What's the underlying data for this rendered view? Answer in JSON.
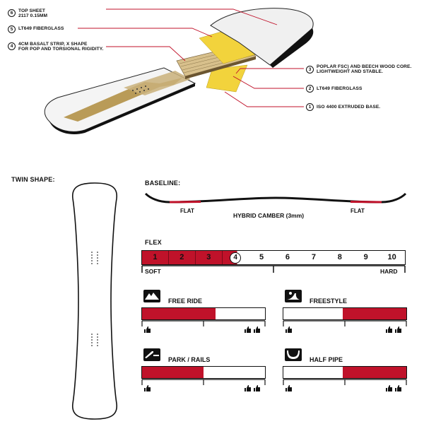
{
  "colors": {
    "accent": "#c0122a",
    "ink": "#111111",
    "gold": "#b99b58",
    "wood": "#c9b07a",
    "fiber": "#f2d33c"
  },
  "layers": [
    {
      "num": "6",
      "text": "TOP SHEET\n2117 0.15MM"
    },
    {
      "num": "5",
      "text": "LT649 FIBERGLASS"
    },
    {
      "num": "4",
      "text": "4CM BASALT STRIP, X SHAPE\nFOR POP AND TORSIONAL RIGIDITY."
    },
    {
      "num": "3",
      "text": "POPLAR FSC) AND BEECH WOOD CORE.\nLIGHTWEIGHT AND STABLE."
    },
    {
      "num": "2",
      "text": "LT649 FIBERGLASS"
    },
    {
      "num": "1",
      "text": "ISO 4400 EXTRUDED BASE."
    }
  ],
  "shape": {
    "label": "TWIN SHAPE:"
  },
  "baseline": {
    "label": "BASELINE:",
    "flat_left": "FLAT",
    "flat_right": "FLAT",
    "camber": "HYBRID CAMBER (3mm)"
  },
  "flex": {
    "label": "FLEX",
    "value": 4,
    "max": 10,
    "scale": [
      "1",
      "2",
      "3",
      "4",
      "5",
      "6",
      "7",
      "8",
      "9",
      "10"
    ],
    "soft": "SOFT",
    "hard": "HARD"
  },
  "terrain": [
    {
      "name": "FREE RIDE",
      "icon": "mountain-icon",
      "fill_start": 0,
      "fill_end": 0.6
    },
    {
      "name": "FREESTYLE",
      "icon": "jump-icon",
      "fill_start": 0.48,
      "fill_end": 1.0
    },
    {
      "name": "PARK / RAILS",
      "icon": "rail-icon",
      "fill_start": 0,
      "fill_end": 0.5
    },
    {
      "name": "HALF PIPE",
      "icon": "halfpipe-icon",
      "fill_start": 0.48,
      "fill_end": 1.0
    }
  ]
}
